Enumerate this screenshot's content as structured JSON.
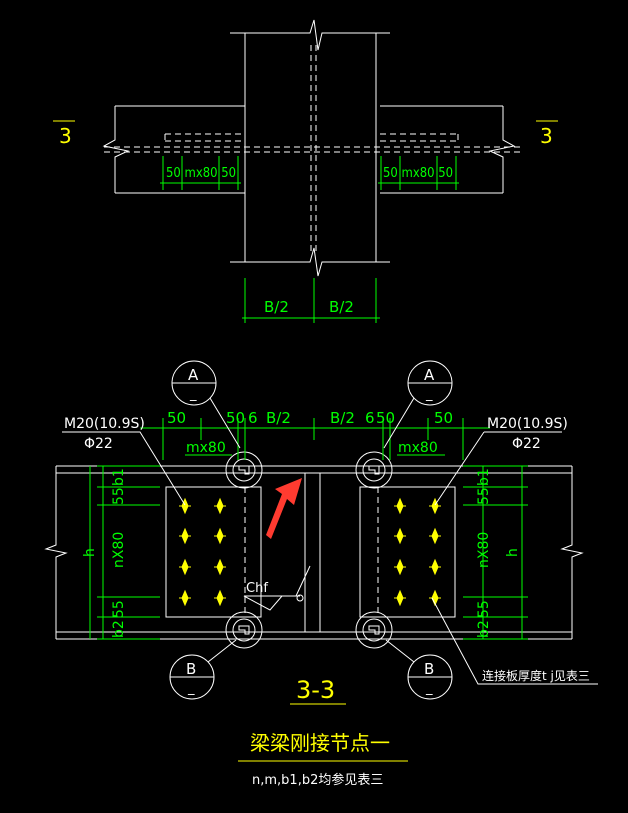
{
  "colors": {
    "background": "#000000",
    "outline": "#ffffff",
    "dimension": "#00ff00",
    "title": "#ffff00",
    "arrow": "#ff3b30"
  },
  "elevation": {
    "section_mark": "3",
    "dim_left": "50 mx80 50",
    "dim_right": "50 mx80 50",
    "half_width_left": "B/2",
    "half_width_right": "B/2"
  },
  "section": {
    "callout_a": "A",
    "callout_b": "B",
    "callout_sub": "_",
    "bolt_spec": "M20(10.9S)",
    "hole_spec": "Φ22",
    "top_dims": [
      "50",
      "50",
      "6",
      "B/2",
      "B/2",
      "6",
      "50",
      "50"
    ],
    "bolt_pitch": "mx80",
    "vertical_dims": [
      "55",
      "b1",
      "nX80",
      "b2",
      "55"
    ],
    "height_label": "h",
    "weld_label": "Chf",
    "plate_note": "连接板厚度t j见表三",
    "drawing_label": "3-3"
  },
  "title": {
    "main": "梁梁刚接节点一",
    "note": "n,m,b1,b2均参见表三"
  }
}
